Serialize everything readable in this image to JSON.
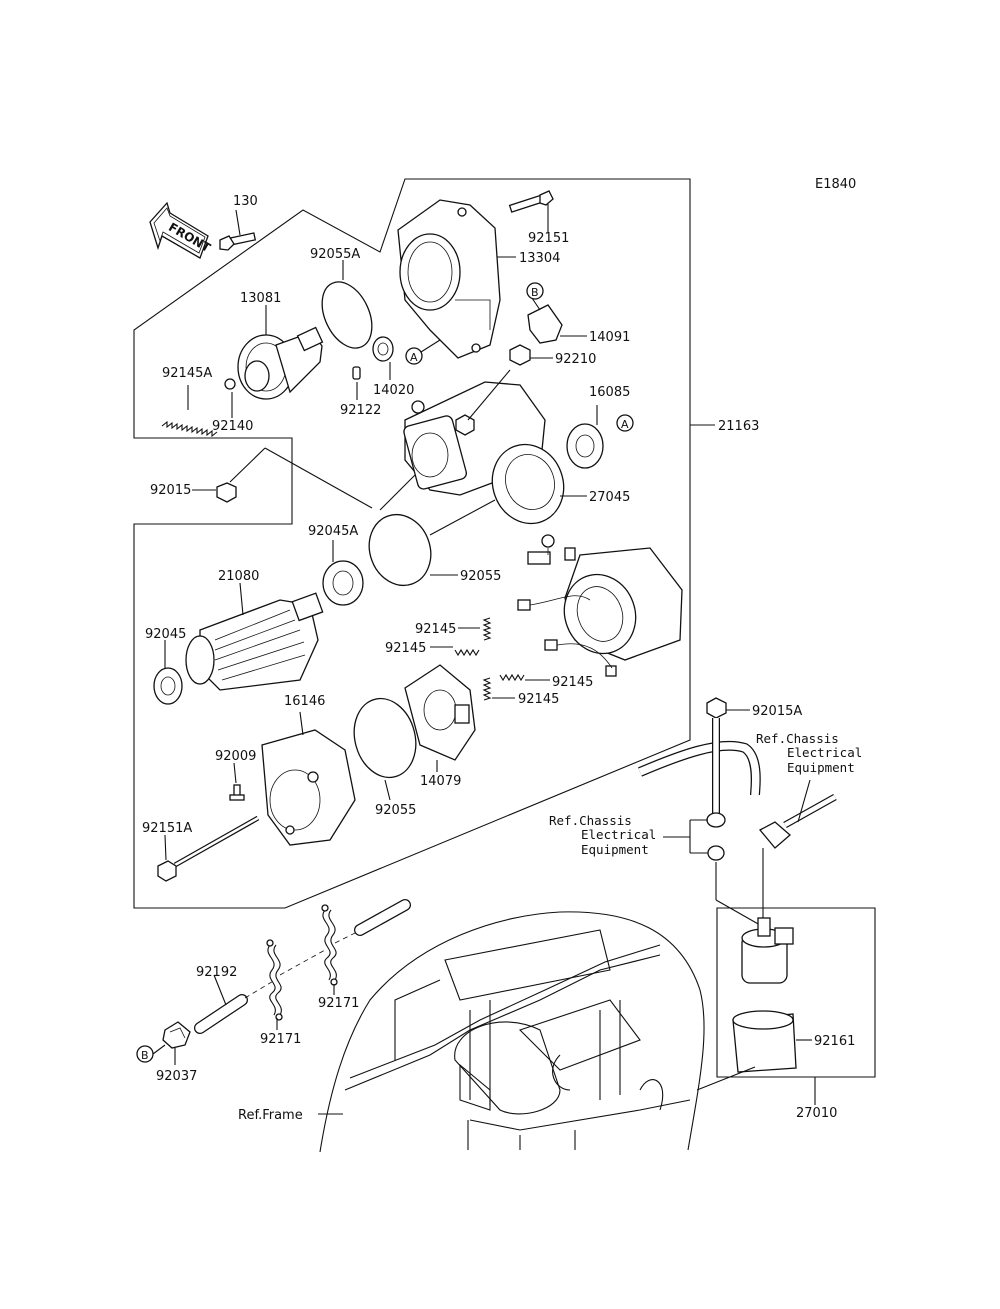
{
  "figure_code": "E1840",
  "front_label": "FRONT",
  "part_numbers": {
    "p130": "130",
    "p92151": "92151",
    "p13304": "13304",
    "p92055A": "92055A",
    "p13081": "13081",
    "p14091": "14091",
    "p92210": "92210",
    "p14020": "14020",
    "p92122": "92122",
    "p92145A": "92145A",
    "p92140": "92140",
    "p16085": "16085",
    "p21163": "21163",
    "p92015": "92015",
    "p27045": "27045",
    "p92045A": "92045A",
    "p92055_mid": "92055",
    "p21080": "21080",
    "p92045": "92045",
    "p92145_1": "92145",
    "p92145_2": "92145",
    "p92145_3": "92145",
    "p92145_4": "92145",
    "p16146": "16146",
    "p92009": "92009",
    "p14079": "14079",
    "p92055_low": "92055",
    "p92151A": "92151A",
    "p92015A": "92015A",
    "p92192": "92192",
    "p92171_1": "92171",
    "p92171_2": "92171",
    "p92037": "92037",
    "p92161": "92161",
    "p27010": "27010"
  },
  "callouts": {
    "a1": "A",
    "a2": "A",
    "b1": "B",
    "b2": "B"
  },
  "references": {
    "chassis_right": [
      "Ref.Chassis",
      "Electrical",
      "Equipment"
    ],
    "chassis_left": [
      "Ref.Chassis",
      "Electrical",
      "Equipment"
    ],
    "frame": "Ref.Frame"
  }
}
